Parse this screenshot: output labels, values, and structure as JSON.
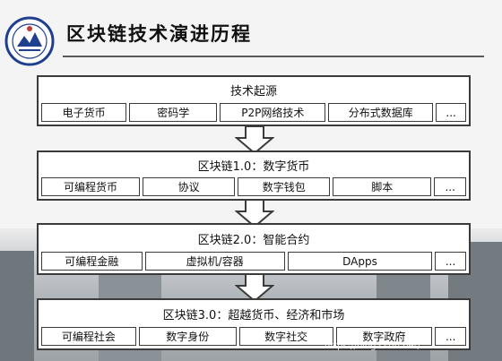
{
  "title": "区块链技术演进历程",
  "layers": [
    {
      "header": "技术起源",
      "cells": [
        "电子货币",
        "密码学",
        "P2P网络技术",
        "分布式数据库",
        "..."
      ]
    },
    {
      "header": "区块链1.0：数字货币",
      "cells": [
        "可编程货币",
        "协议",
        "数字钱包",
        "脚本",
        "..."
      ]
    },
    {
      "header": "区块链2.0：智能合约",
      "cells": [
        "可编程金融",
        "虚拟机/容器",
        "DApps",
        "..."
      ]
    },
    {
      "header": "区块链3.0：超越货币、经济和市场",
      "cells": [
        "可编程社会",
        "数字身份",
        "数字社交",
        "数字政府",
        "..."
      ]
    }
  ],
  "watermark": "https://blog.csdn.net/..."
}
